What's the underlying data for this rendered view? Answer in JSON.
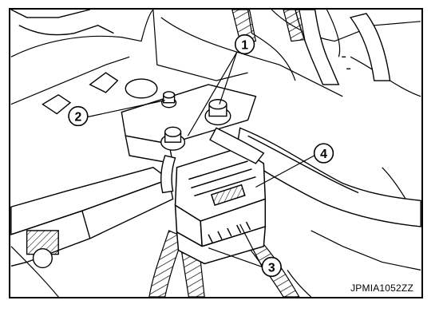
{
  "figure_id": "JPMIA1052ZZ",
  "callouts": [
    {
      "number": "1"
    },
    {
      "number": "2"
    },
    {
      "number": "3"
    },
    {
      "number": "4"
    }
  ],
  "colors": {
    "ink": "#000000",
    "paper": "#ffffff",
    "shade": "#d8d8d8"
  }
}
